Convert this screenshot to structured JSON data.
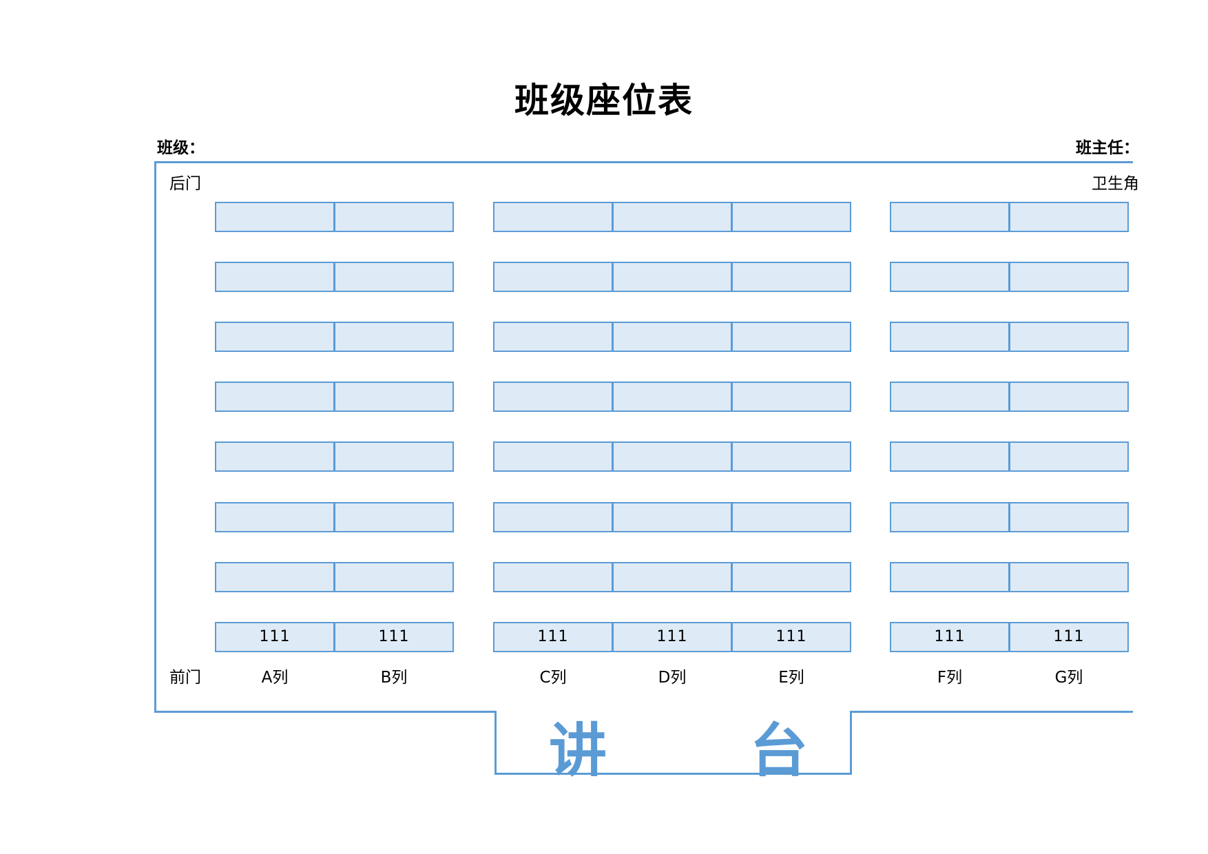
{
  "title": "班级座位表",
  "header": {
    "class_label": "班级：",
    "teacher_label": "班主任："
  },
  "room": {
    "back_door": "后门",
    "front_door": "前门",
    "sanitation_corner": "卫生角",
    "podium": "讲　台"
  },
  "columns": [
    {
      "label": "A列",
      "seats": [
        "",
        "",
        "",
        "",
        "",
        "",
        "",
        "111"
      ]
    },
    {
      "label": "B列",
      "seats": [
        "",
        "",
        "",
        "",
        "",
        "",
        "",
        "111"
      ]
    },
    {
      "label": "C列",
      "seats": [
        "",
        "",
        "",
        "",
        "",
        "",
        "",
        "111"
      ]
    },
    {
      "label": "D列",
      "seats": [
        "",
        "",
        "",
        "",
        "",
        "",
        "",
        "111"
      ]
    },
    {
      "label": "E列",
      "seats": [
        "",
        "",
        "",
        "",
        "",
        "",
        "",
        "111"
      ]
    },
    {
      "label": "F列",
      "seats": [
        "",
        "",
        "",
        "",
        "",
        "",
        "",
        "111"
      ]
    },
    {
      "label": "G列",
      "seats": [
        "",
        "",
        "",
        "",
        "",
        "",
        "",
        "111"
      ]
    }
  ],
  "colors": {
    "frame": "#5b9bd5",
    "seat_fill": "#deeaf6"
  }
}
